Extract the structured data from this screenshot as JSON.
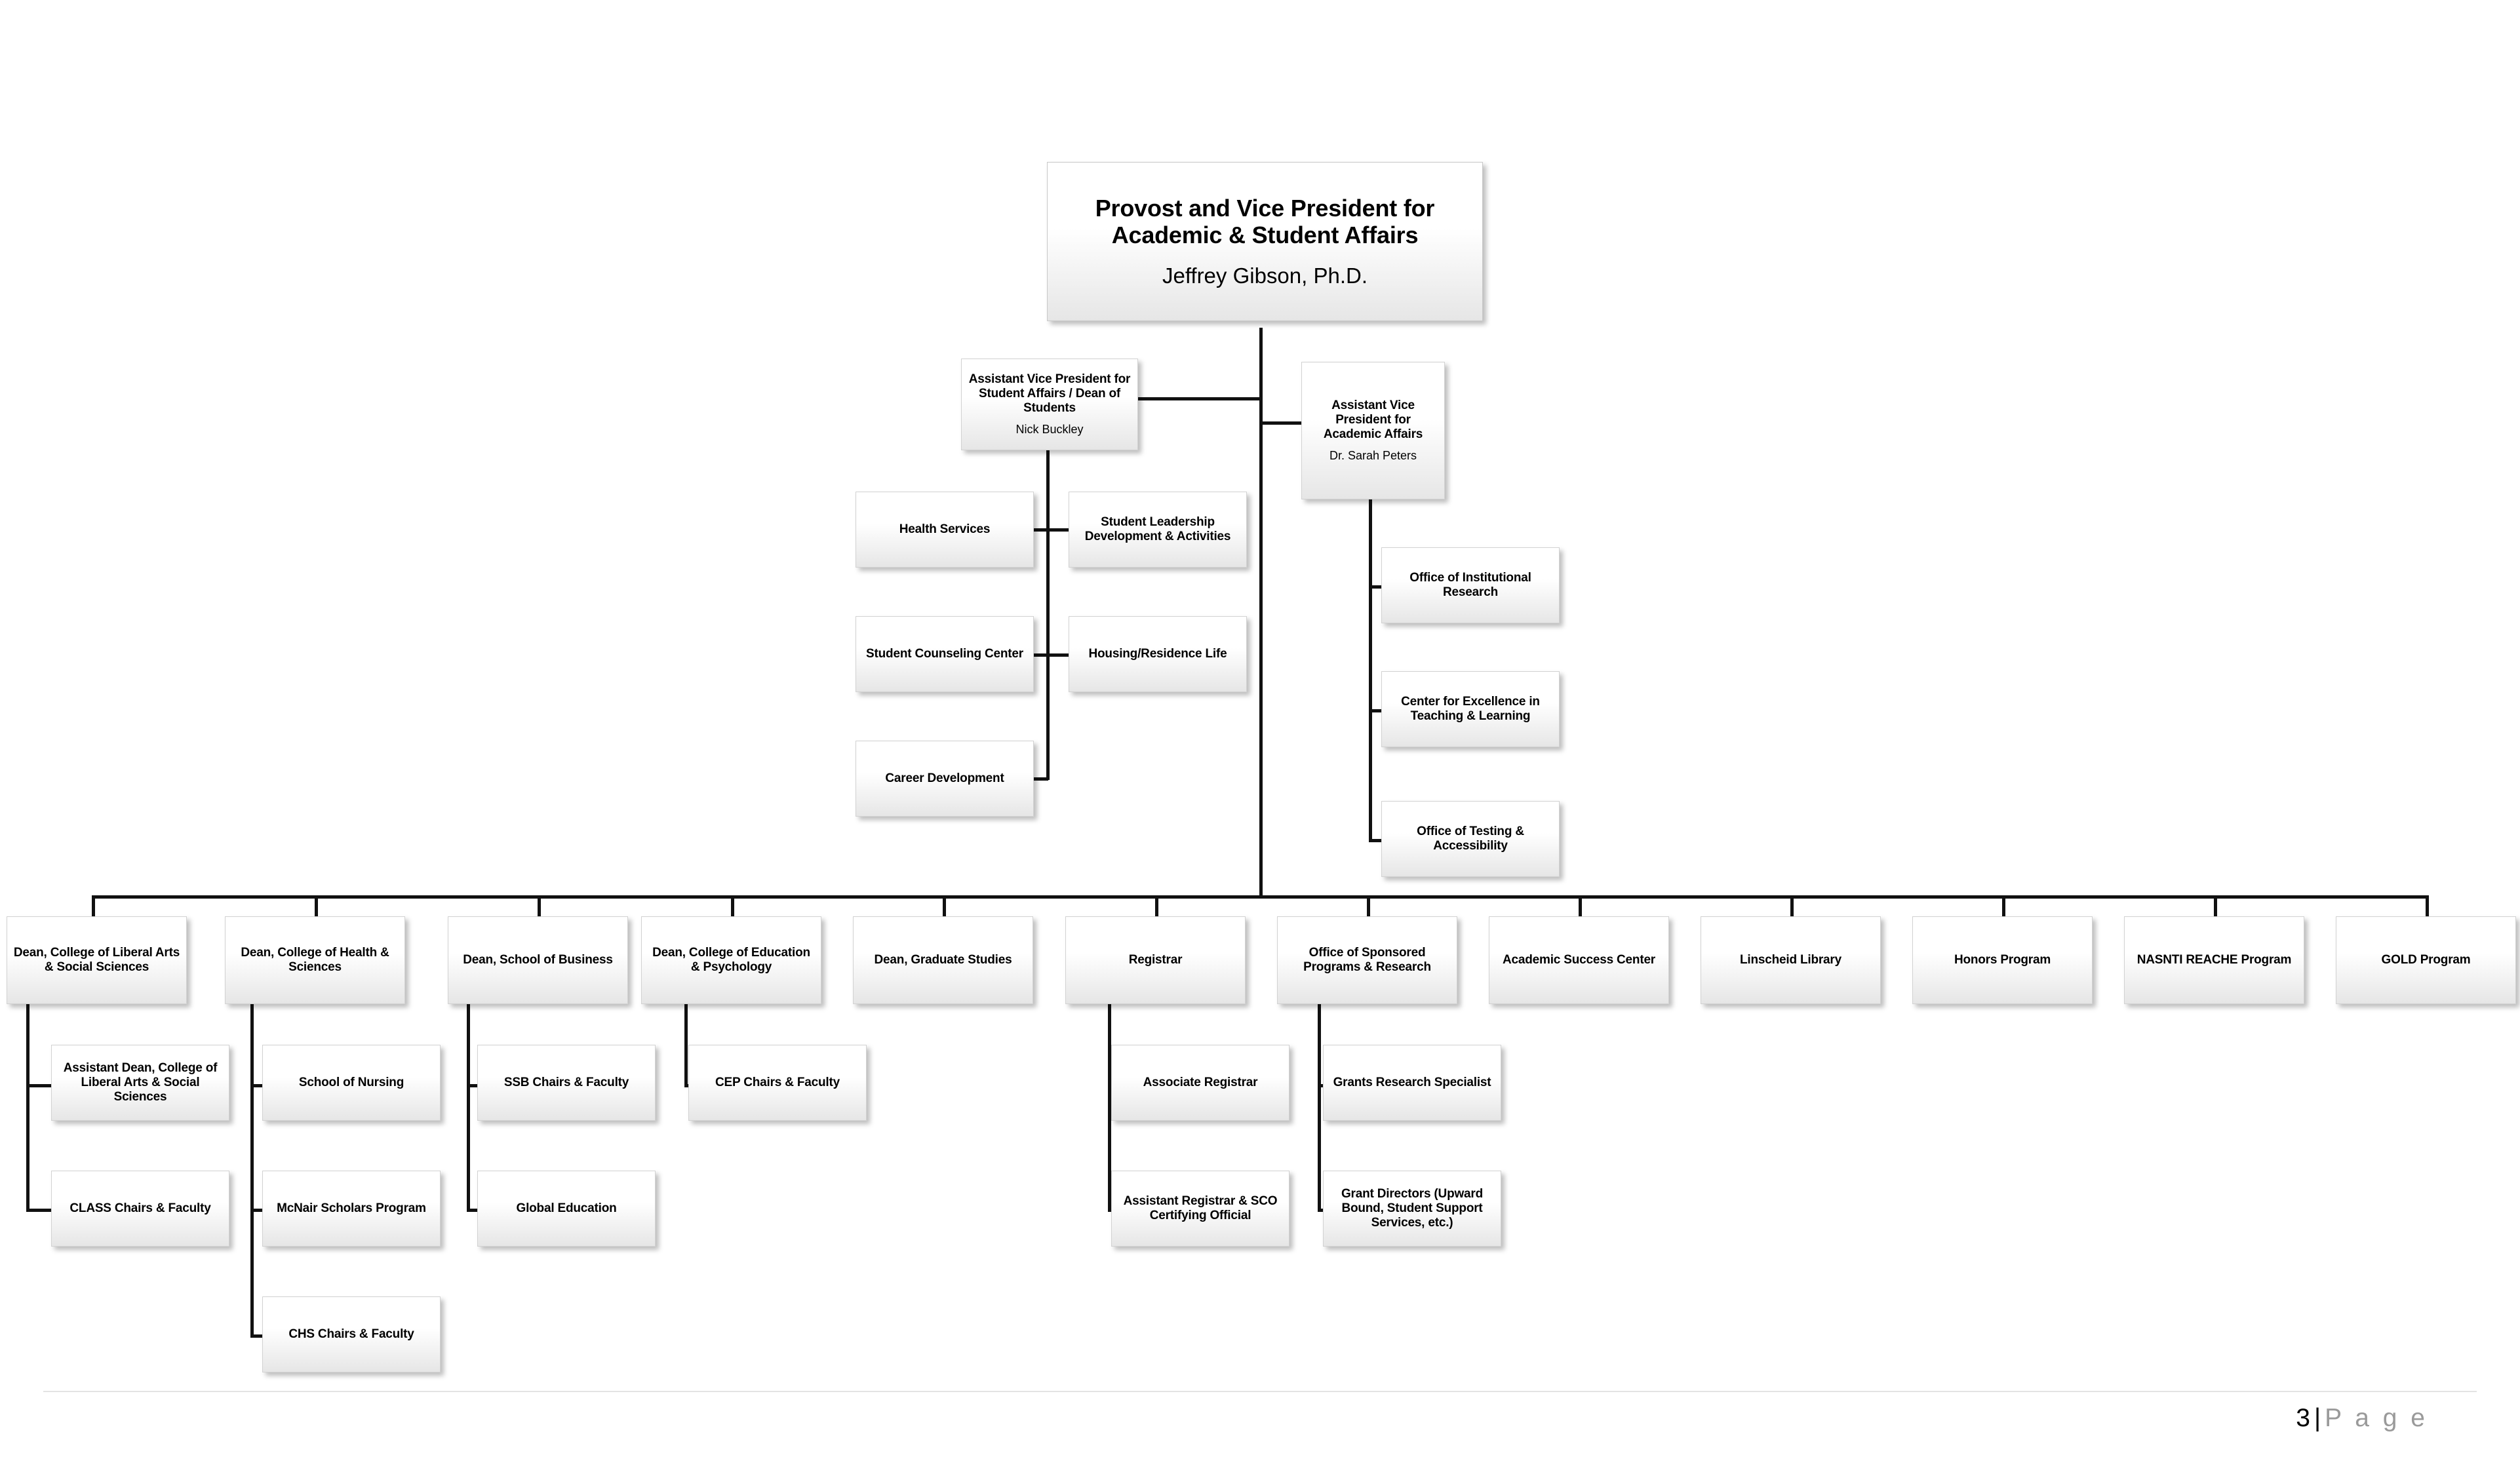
{
  "document": {
    "footer": {
      "page_number": "3",
      "separator": "|",
      "label": "P a g e"
    }
  },
  "chart_data": {
    "type": "diagram",
    "title": "Provost and Vice President for Academic & Student Affairs Organizational Chart",
    "root": {
      "title": "Provost and Vice President for Academic & Student Affairs",
      "person": "Jeffrey Gibson, Ph.D."
    },
    "level2": [
      {
        "id": "avp-student-affairs",
        "title": "Assistant Vice President for Student Affairs / Dean of Students",
        "person": "Nick Buckley",
        "children": [
          "Health Services",
          "Student Leadership Development & Activities",
          "Student Counseling Center",
          "Housing/Residence Life",
          "Career Development"
        ]
      },
      {
        "id": "avp-academic-affairs",
        "title": "Assistant Vice President for Academic Affairs",
        "person": "Dr. Sarah Peters",
        "children": [
          "Office of Institutional Research",
          "Center for Excellence in Teaching & Learning",
          "Office of Testing & Accessibility"
        ]
      }
    ],
    "divisions": [
      {
        "label": "Dean, College of Liberal Arts & Social Sciences",
        "children": [
          "Assistant Dean, College of Liberal Arts & Social Sciences",
          "CLASS Chairs & Faculty"
        ]
      },
      {
        "label": "Dean, College of Health & Sciences",
        "children": [
          "School of Nursing",
          "McNair Scholars Program",
          "CHS Chairs & Faculty"
        ]
      },
      {
        "label": "Dean, School of Business",
        "children": [
          "SSB Chairs & Faculty",
          "Global Education"
        ]
      },
      {
        "label": "Dean, College of Education & Psychology",
        "children": [
          "CEP Chairs & Faculty"
        ]
      },
      {
        "label": "Dean, Graduate Studies",
        "children": []
      },
      {
        "label": "Registrar",
        "children": [
          "Associate Registrar",
          "Assistant Registrar & SCO Certifying Official"
        ]
      },
      {
        "label": "Office of Sponsored Programs & Research",
        "children": [
          "Grants Research Specialist",
          "Grant Directors (Upward Bound, Student Support Services, etc.)"
        ]
      },
      {
        "label": "Academic Success Center",
        "children": []
      },
      {
        "label": "Linscheid Library",
        "children": []
      },
      {
        "label": "Honors Program",
        "children": []
      },
      {
        "label": "NASNTI REACHE Program",
        "children": []
      },
      {
        "label": "GOLD Program",
        "children": []
      }
    ]
  },
  "boxes": {
    "root": {
      "title": "Provost and Vice President for Academic & Student Affairs",
      "person": "Jeffrey Gibson, Ph.D."
    },
    "avp_sa": {
      "title": "Assistant Vice President for Student Affairs / Dean of Students",
      "person": "Nick Buckley"
    },
    "avp_aa": {
      "title": "Assistant Vice President for Academic Affairs",
      "person": "Dr. Sarah Peters"
    },
    "health_services": {
      "title": "Health Services"
    },
    "student_leadership": {
      "title": "Student Leadership Development & Activities"
    },
    "counseling": {
      "title": "Student Counseling Center"
    },
    "housing": {
      "title": "Housing/Residence Life"
    },
    "career": {
      "title": "Career Development"
    },
    "institutional_research": {
      "title": "Office of Institutional Research"
    },
    "cetl": {
      "title": "Center for Excellence in Teaching & Learning"
    },
    "testing": {
      "title": "Office of Testing & Accessibility"
    },
    "dean_class": {
      "title": "Dean, College of Liberal Arts & Social Sciences"
    },
    "dean_chs": {
      "title": "Dean, College of Health & Sciences"
    },
    "dean_ssb": {
      "title": "Dean, School of Business"
    },
    "dean_cep": {
      "title": "Dean, College of Education & Psychology"
    },
    "dean_grad": {
      "title": "Dean, Graduate Studies"
    },
    "registrar": {
      "title": "Registrar"
    },
    "ospr": {
      "title": "Office of Sponsored Programs & Research"
    },
    "asc": {
      "title": "Academic Success Center"
    },
    "library": {
      "title": "Linscheid Library"
    },
    "honors": {
      "title": "Honors Program"
    },
    "nasnti": {
      "title": "NASNTI REACHE Program"
    },
    "gold": {
      "title": "GOLD Program"
    },
    "asst_dean_class": {
      "title": "Assistant Dean, College of Liberal Arts & Social Sciences"
    },
    "class_chairs": {
      "title": "CLASS Chairs & Faculty"
    },
    "nursing": {
      "title": "School of Nursing"
    },
    "mcnair": {
      "title": "McNair Scholars Program"
    },
    "chs_chairs": {
      "title": "CHS Chairs & Faculty"
    },
    "ssb_chairs": {
      "title": "SSB Chairs & Faculty"
    },
    "global_ed": {
      "title": "Global Education"
    },
    "cep_chairs": {
      "title": "CEP Chairs & Faculty"
    },
    "assoc_registrar": {
      "title": "Associate Registrar"
    },
    "asst_registrar": {
      "title": "Assistant Registrar & SCO Certifying Official"
    },
    "grants_specialist": {
      "title": "Grants Research Specialist"
    },
    "grant_directors": {
      "title": "Grant Directors (Upward Bound, Student Support Services, etc.)"
    }
  }
}
